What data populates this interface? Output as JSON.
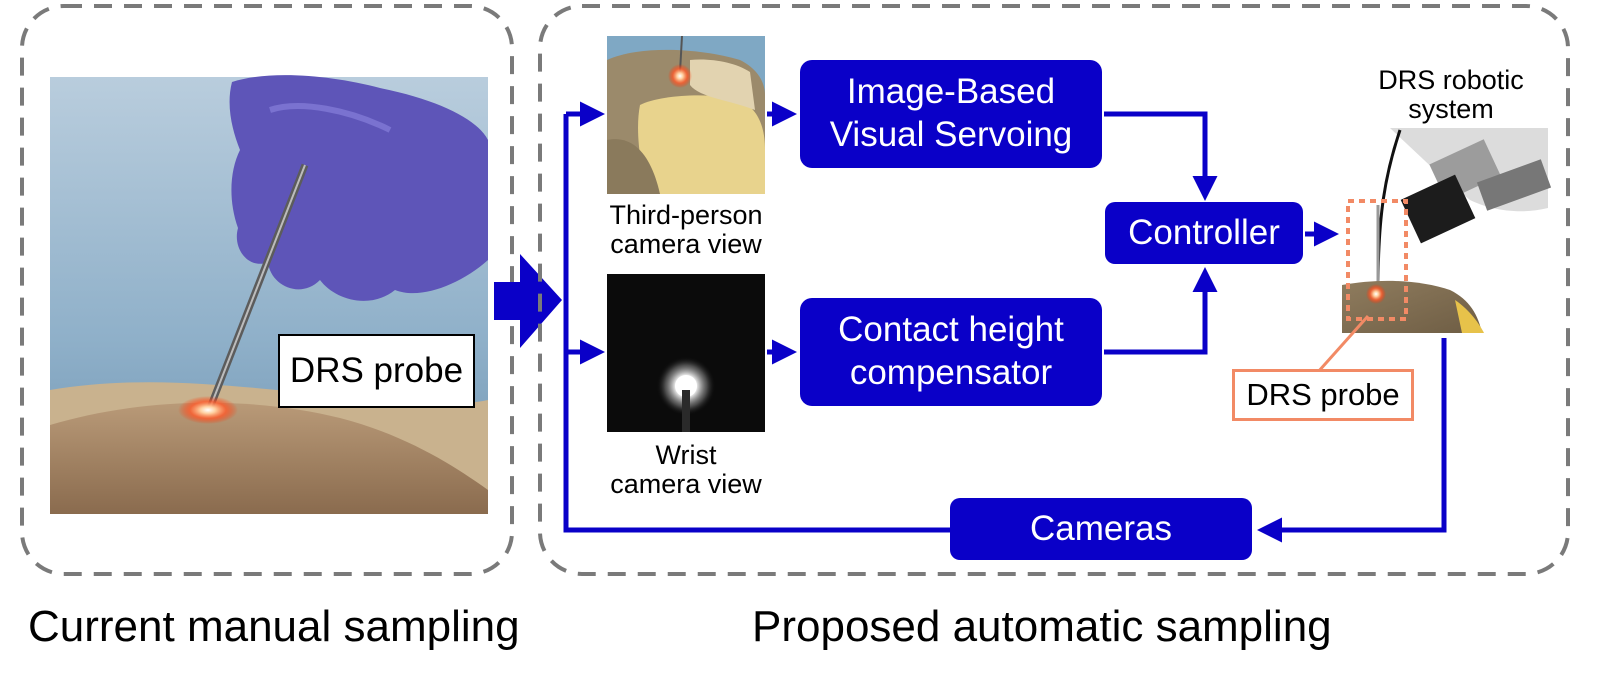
{
  "left_panel": {
    "probe_label": "DRS probe",
    "caption": "Current manual sampling"
  },
  "right_panel": {
    "caption": "Proposed automatic sampling",
    "third_person_label": [
      "Third-person",
      "camera view"
    ],
    "wrist_label": [
      "Wrist",
      "camera view"
    ],
    "boxes": {
      "ibvs": [
        "Image-Based",
        "Visual Servoing"
      ],
      "contact": [
        "Contact height",
        "compensator"
      ],
      "controller": "Controller",
      "cameras": "Cameras"
    },
    "robot_label": [
      "DRS robotic",
      "system"
    ],
    "robot_probe_label": "DRS probe"
  },
  "colors": {
    "block_blue": "#0a00c8",
    "highlight_orange": "#f28a65",
    "dashed_border": "#7a7a7a"
  }
}
